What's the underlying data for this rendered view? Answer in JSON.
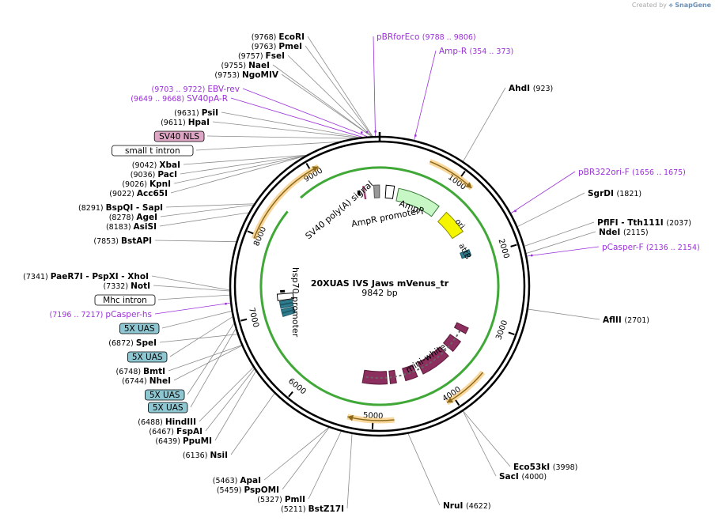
{
  "credit": {
    "prefix": "Created by",
    "brand": "SnapGene"
  },
  "plasmid": {
    "name": "20XUAS IVS Jaws mVenus_tr",
    "length_label": "9842 bp",
    "length": 9842
  },
  "colors": {
    "purple": "#9b30d9",
    "maroon": "#8c2e5e",
    "teal": "#2e7d8f",
    "teal_light": "#8ec7d2",
    "pink": "#dca6c4",
    "orange": "#f5a623",
    "green": "#3fa836",
    "green_light": "#c7f7c4",
    "yellow": "#f5f500",
    "gray": "#8c8c8c",
    "black": "#000000"
  },
  "ticks": [
    {
      "bp": 1000,
      "label": "1000"
    },
    {
      "bp": 2000,
      "label": "2000"
    },
    {
      "bp": 3000,
      "label": "3000"
    },
    {
      "bp": 4000,
      "label": "4000"
    },
    {
      "bp": 5000,
      "label": "5000"
    },
    {
      "bp": 6000,
      "label": "6000"
    },
    {
      "bp": 7000,
      "label": "7000"
    },
    {
      "bp": 8000,
      "label": "8000"
    },
    {
      "bp": 9000,
      "label": "9000"
    }
  ],
  "labels": [
    {
      "pos": "(9768)",
      "name": "EcoRI",
      "type": "enzyme",
      "bp": 9768
    },
    {
      "pos": "(9763)",
      "name": "PmeI",
      "type": "enzyme",
      "bp": 9763
    },
    {
      "pos": "(9757)",
      "name": "FseI",
      "type": "enzyme",
      "bp": 9757
    },
    {
      "pos": "(9755)",
      "name": "NaeI",
      "type": "enzyme",
      "bp": 9755
    },
    {
      "pos": "(9753)",
      "name": "NgoMIV",
      "type": "enzyme",
      "bp": 9753
    },
    {
      "pos": "(9703 .. 9722)",
      "name": "EBV-rev",
      "type": "primer",
      "bp": 9712
    },
    {
      "pos": "(9649 .. 9668)",
      "name": "SV40pA-R",
      "type": "primer",
      "bp": 9658
    },
    {
      "pos": "(9631)",
      "name": "PsiI",
      "type": "enzyme",
      "bp": 9631
    },
    {
      "pos": "(9611)",
      "name": "HpaI",
      "type": "enzyme",
      "bp": 9611
    },
    {
      "pos": "",
      "name": "SV40 NLS",
      "type": "feature_pink",
      "bp": 9560
    },
    {
      "pos": "",
      "name": "small t intron",
      "type": "feature_white",
      "bp": 9400
    },
    {
      "pos": "(9042)",
      "name": "XbaI",
      "type": "enzyme",
      "bp": 9042
    },
    {
      "pos": "(9036)",
      "name": "PacI",
      "type": "enzyme",
      "bp": 9036
    },
    {
      "pos": "(9026)",
      "name": "KpnI",
      "type": "enzyme",
      "bp": 9026
    },
    {
      "pos": "(9022)",
      "name": "Acc65I",
      "type": "enzyme",
      "bp": 9022
    },
    {
      "pos": "(8291)",
      "name": "BspQI - SapI",
      "type": "enzyme",
      "bp": 8291
    },
    {
      "pos": "(8278)",
      "name": "AgeI",
      "type": "enzyme",
      "bp": 8278
    },
    {
      "pos": "(8183)",
      "name": "AsiSI",
      "type": "enzyme",
      "bp": 8183
    },
    {
      "pos": "(7853)",
      "name": "BstAPI",
      "type": "enzyme",
      "bp": 7853
    },
    {
      "pos": "(7341)",
      "name": "PaeR7I - PspXI - XhoI",
      "type": "enzyme",
      "bp": 7341
    },
    {
      "pos": "(7332)",
      "name": "NotI",
      "type": "enzyme",
      "bp": 7332
    },
    {
      "pos": "",
      "name": "Mhc intron",
      "type": "feature_white",
      "bp": 7290
    },
    {
      "pos": "(7196 .. 7217)",
      "name": "pCasper-hs",
      "type": "primer",
      "bp": 7206
    },
    {
      "pos": "",
      "name": "5X UAS",
      "type": "feature_teal",
      "bp": 7120
    },
    {
      "pos": "(6872)",
      "name": "SpeI",
      "type": "enzyme",
      "bp": 6872
    },
    {
      "pos": "",
      "name": "5X UAS",
      "type": "feature_teal",
      "bp": 7060
    },
    {
      "pos": "(6748)",
      "name": "BmtI",
      "type": "enzyme",
      "bp": 6748
    },
    {
      "pos": "(6744)",
      "name": "NheI",
      "type": "enzyme",
      "bp": 6744
    },
    {
      "pos": "",
      "name": "5X UAS",
      "type": "feature_teal",
      "bp": 6990
    },
    {
      "pos": "",
      "name": "5X UAS",
      "type": "feature_teal",
      "bp": 6930
    },
    {
      "pos": "(6488)",
      "name": "HindIII",
      "type": "enzyme",
      "bp": 6488
    },
    {
      "pos": "(6467)",
      "name": "FspAI",
      "type": "enzyme",
      "bp": 6467
    },
    {
      "pos": "(6439)",
      "name": "PpuMI",
      "type": "enzyme",
      "bp": 6439
    },
    {
      "pos": "(6136)",
      "name": "NsiI",
      "type": "enzyme",
      "bp": 6136
    },
    {
      "pos": "(5463)",
      "name": "ApaI",
      "type": "enzyme",
      "bp": 5463
    },
    {
      "pos": "(5459)",
      "name": "PspOMI",
      "type": "enzyme",
      "bp": 5459
    },
    {
      "pos": "(5327)",
      "name": "PmlI",
      "type": "enzyme",
      "bp": 5327
    },
    {
      "pos": "(5211)",
      "name": "BstZ17I",
      "type": "enzyme",
      "bp": 5211
    },
    {
      "pos": "(4622)",
      "name": "NruI",
      "type": "enzyme",
      "bp": 4622
    },
    {
      "pos": "(3998)",
      "name": "Eco53kI",
      "type": "enzyme",
      "bp": 3998
    },
    {
      "pos": "(4000)",
      "name": "SacI",
      "type": "enzyme",
      "bp": 4000
    },
    {
      "pos": "(2701)",
      "name": "AflII",
      "type": "enzyme",
      "bp": 2701
    },
    {
      "pos": "(2136 .. 2154)",
      "name": "pCasper-F",
      "type": "primer",
      "bp": 2145
    },
    {
      "pos": "(2115)",
      "name": "NdeI",
      "type": "enzyme",
      "bp": 2115
    },
    {
      "pos": "(2037)",
      "name": "PflFI - Tth111I",
      "type": "enzyme",
      "bp": 2037
    },
    {
      "pos": "(1821)",
      "name": "SgrDI",
      "type": "enzyme",
      "bp": 1821
    },
    {
      "pos": "(1656 .. 1675)",
      "name": "pBR322ori-F",
      "type": "primer",
      "bp": 1665
    },
    {
      "pos": "(923)",
      "name": "AhdI",
      "type": "enzyme",
      "bp": 923
    },
    {
      "pos": "(354 .. 373)",
      "name": "Amp-R",
      "type": "primer",
      "bp": 363
    },
    {
      "pos": "(9788 .. 9806)",
      "name": "pBRforEco",
      "type": "primer",
      "bp": 9797
    }
  ],
  "inner_labels": {
    "sv40": "SV40 poly(A) signal",
    "ampr_promoter": "AmpR promoter",
    "ampr": "AmpR",
    "ori": "ori",
    "attb": "attB",
    "hsp70": "hsp70 promoter",
    "mini_white": "mini-white"
  }
}
